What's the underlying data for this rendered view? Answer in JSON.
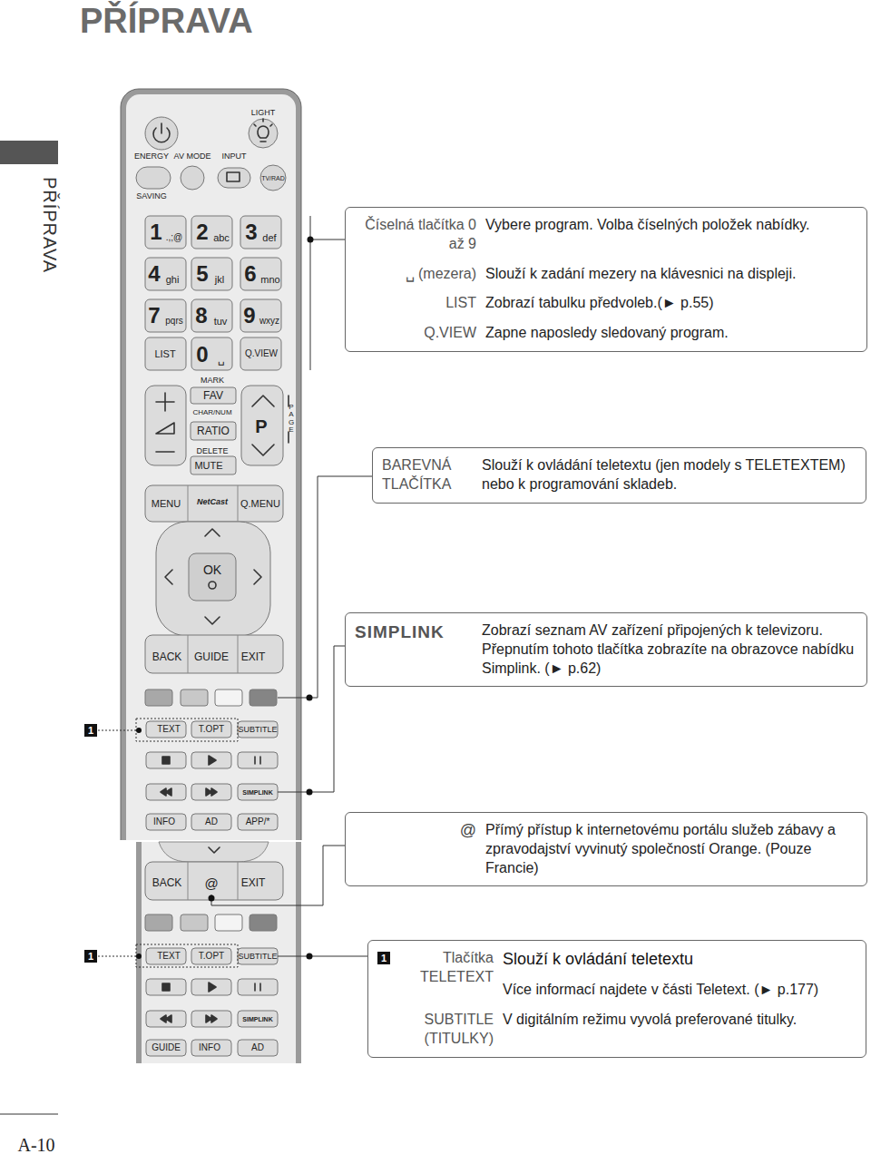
{
  "diagram": {
    "title": "PŘÍPRAVA",
    "nodes": [
      {
        "text": [
          "Číselná tlačítka 0 až 9",
          "Vybere program. Volba číselných položek nabídky.",
          "␣ (mezera)",
          "Slouží k zadání mezery na klávesnici na displeji.",
          "LIST",
          "Zobrazí tabulku předvoleb.(► p.55)",
          "Q.VIEW",
          "Zapne naposledy sledovaný program."
        ]
      },
      {
        "text": [
          "BAREVNÁ TLAČÍTKA",
          "Slouží k ovládání teletextu (jen modely s TELETEXTEM) nebo k programování skladeb."
        ]
      },
      {
        "text": [
          "SIMPLINK",
          "Zobrazí seznam AV zařízení připojených k televizoru. Přepnutím tohoto tlačítka zobrazíte na obrazovce nabídku Simplink. (► p.62)"
        ]
      },
      {
        "text": [
          "@",
          "Přímý přístup k internetovému portálu služeb zábavy a zpravodajství vyvinutý společností Orange. (Pouze Francie)"
        ]
      },
      {
        "text": [
          "1",
          "Tlačítka TELETEXT",
          "Slouží k ovládání teletextu",
          "Více informací najdete v části Teletext. (► p.177)",
          "SUBTITLE (TITULKY)",
          "V digitálním režimu vyvolá preferované titulky."
        ]
      }
    ],
    "labels": [
      "PŘÍPRAVA",
      "A-10",
      "1",
      "1",
      "LIGHT",
      "ENERGY",
      "AV MODE",
      "INPUT",
      "TV/RAD",
      "SAVING",
      "1",
      ".,;@",
      "2",
      "abc",
      "3",
      "def",
      "4",
      "ghi",
      "5",
      "jkl",
      "6",
      "mno",
      "7",
      "pqrs",
      "8",
      "tuv",
      "9",
      "wxyz",
      "LIST",
      "0",
      "␣",
      "Q.VIEW",
      "MARK",
      "FAV",
      "CHAR/NUM",
      "RATIO",
      "DELETE",
      "MUTE",
      "P",
      "PAGE",
      "MENU",
      "NetCast",
      "Q.MENU",
      "OK",
      "BACK",
      "GUIDE",
      "EXIT",
      "TEXT",
      "T.OPT",
      "SUBTITLE",
      "SIMPLINK",
      "INFO",
      "AD",
      "APP/*",
      "BACK",
      "@",
      "EXIT",
      "TEXT",
      "T.OPT",
      "SUBTITLE",
      "SIMPLINK",
      "GUIDE",
      "INFO",
      "AD"
    ]
  }
}
